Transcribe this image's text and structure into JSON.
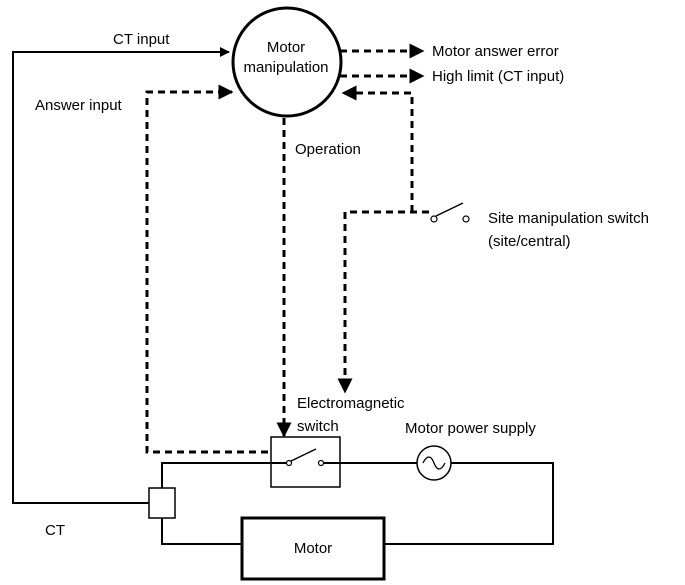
{
  "labels": {
    "motor_manipulation_line1": "Motor",
    "motor_manipulation_line2": "manipulation",
    "ct_input": "CT input",
    "answer_input": "Answer input",
    "operation": "Operation",
    "motor_answer_error": "Motor answer error",
    "high_limit": "High limit (CT input)",
    "site_switch_line1": "Site manipulation switch",
    "site_switch_line2": "(site/central)",
    "electromagnetic_line1": "Electromagnetic",
    "electromagnetic_line2": "switch",
    "motor_power_supply": "Motor power supply",
    "ct": "CT",
    "motor": "Motor"
  },
  "icons": {
    "power_supply": "ac-source-icon",
    "site_switch": "switch-icon",
    "electromagnetic_switch": "switch-icon"
  }
}
